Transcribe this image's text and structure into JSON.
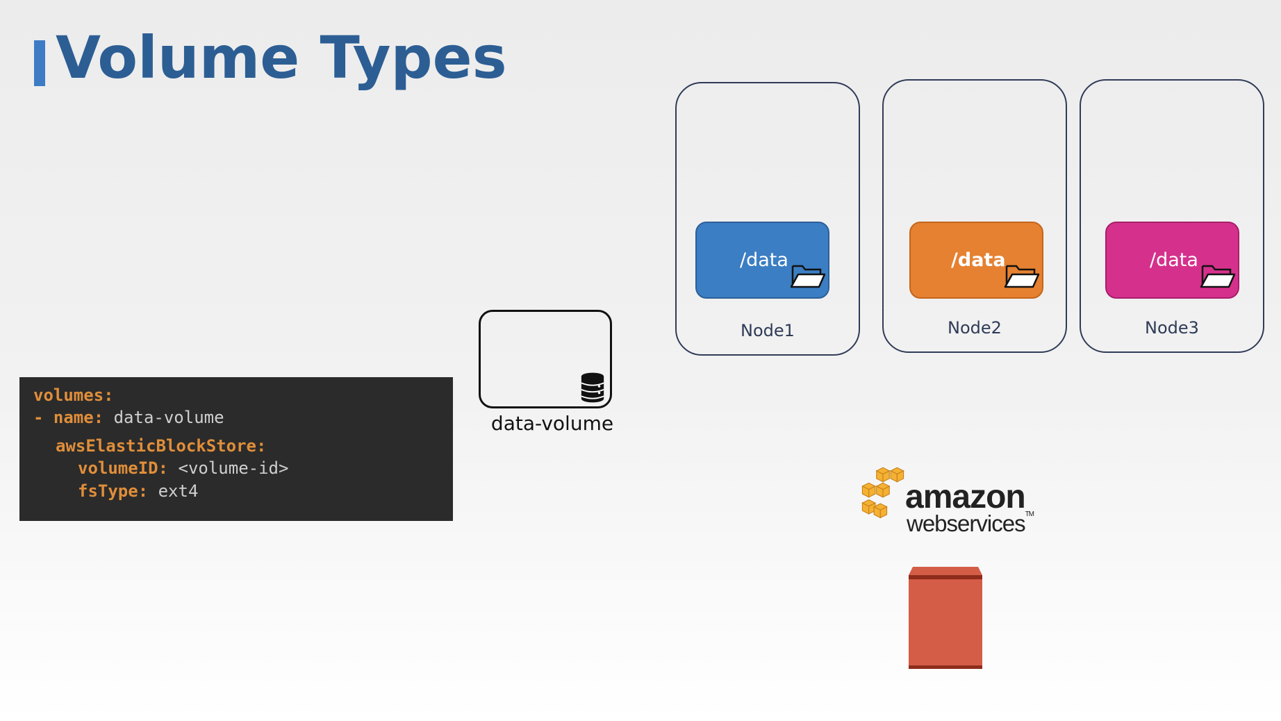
{
  "title": "Volume Types",
  "nodes": [
    {
      "label": "Node1",
      "mount": "/data",
      "color": "#3b7ec3"
    },
    {
      "label": "Node2",
      "mount": "/data",
      "color": "#e58130"
    },
    {
      "label": "Node3",
      "mount": "/data",
      "color": "#d5318c"
    }
  ],
  "code": {
    "l1_key": "volumes:",
    "l2_dash": "- ",
    "l2_key": "name:",
    "l2_val": " data-volume",
    "l3_key": "awsElasticBlockStore:",
    "l4_key": "volumeID:",
    "l4_val": " <volume-id>",
    "l5_key": "fsType:",
    "l5_val": " ext4"
  },
  "data_volume": {
    "label": "data-volume",
    "icon": "database-icon"
  },
  "aws": {
    "amazon": "amazon",
    "web_services": "webservices",
    "tm": "TM"
  },
  "colors": {
    "title": "#2c5e94",
    "accent": "#3d7cc5",
    "code_key": "#e08e3a",
    "ebs": "#d45d47"
  }
}
